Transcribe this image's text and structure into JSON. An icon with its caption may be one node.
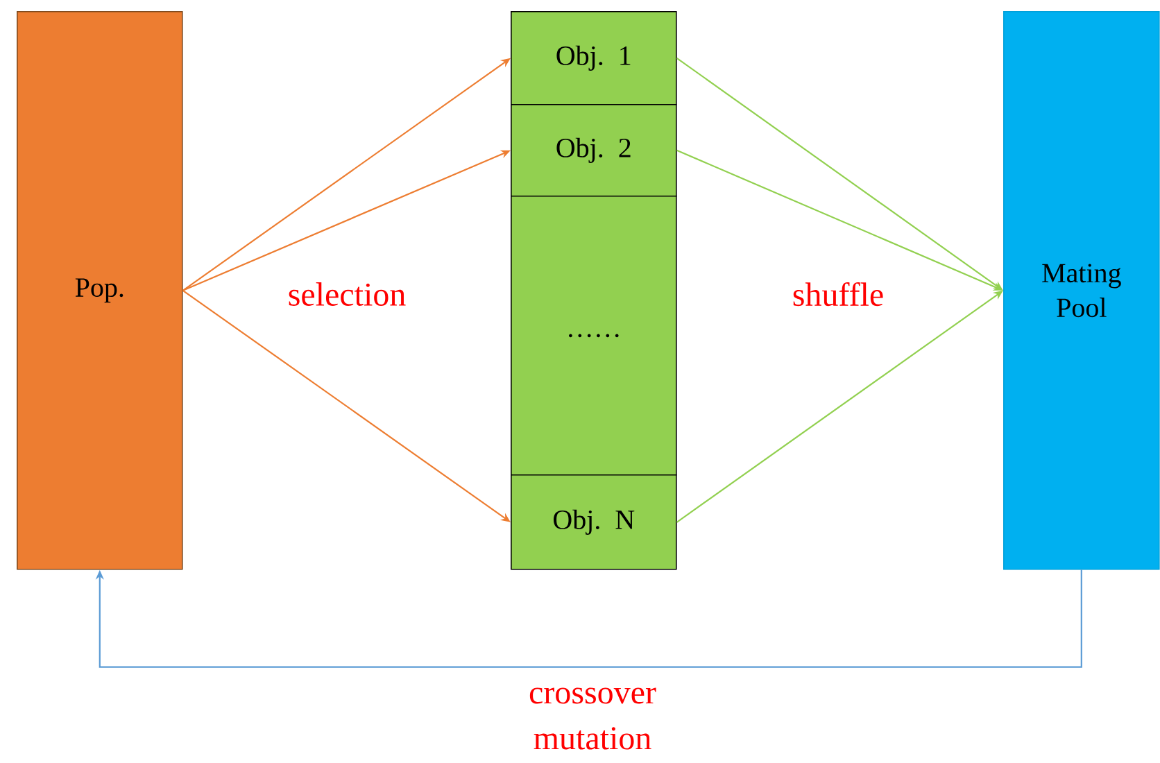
{
  "diagram": {
    "nodes": [
      {
        "text": [
          "Pop."
        ]
      },
      {
        "text": [
          "Obj. 1"
        ]
      },
      {
        "text": [
          "Obj. 2"
        ]
      },
      {
        "text": [
          "……"
        ]
      },
      {
        "text": [
          "Obj. N"
        ]
      },
      {
        "text": [
          "Mating Pool"
        ]
      }
    ],
    "edges": [
      {
        "from": 0,
        "to": 1,
        "arrow": "to",
        "color": "#ed7d31"
      },
      {
        "from": 0,
        "to": 2,
        "arrow": "to",
        "color": "#ed7d31"
      },
      {
        "from": 0,
        "to": 4,
        "arrow": "to",
        "color": "#ed7d31"
      },
      {
        "from": 1,
        "to": 5,
        "arrow": "to",
        "color": "#92d050"
      },
      {
        "from": 2,
        "to": 5,
        "arrow": "to",
        "color": "#92d050"
      },
      {
        "from": 4,
        "to": 5,
        "arrow": "to",
        "color": "#92d050"
      },
      {
        "from": 5,
        "to": 0,
        "arrow": "to",
        "color": "#5b9bd5",
        "label": "crossover mutation"
      }
    ],
    "labels": [
      "selection",
      "shuffle"
    ]
  }
}
